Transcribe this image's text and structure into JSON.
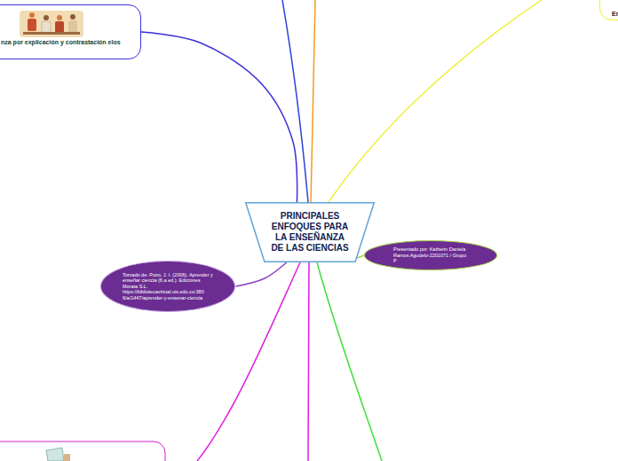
{
  "diagram": {
    "nodes": [
      {
        "text": [
          "nza por explicación y contrastación elos"
        ]
      },
      {
        "text": [
          "Er"
        ]
      },
      {
        "text": [
          "PRINCIPALES ENFOQUES PARA LA ENSEÑANZA DE LAS CIENCIAS"
        ]
      },
      {
        "text": [
          "Tomado de: Pozo, J. I. (2006). Aprender y enseñar ciencia (6.a ed.). Ediciones Morata S.L. https://bibliotecavirtual.uis.edu.co:380 6/a/1447/aprender-y-ensenar-ciencia"
        ]
      },
      {
        "text": [
          "Presentado por: Katherin Daniela Ramos Agudelo-2201071 / Grupo P"
        ]
      }
    ],
    "edges": [
      {
        "from": 2,
        "to": 0,
        "arrow": "none"
      },
      {
        "from": 2,
        "to": 3,
        "arrow": "none"
      },
      {
        "from": 2,
        "to": 4,
        "arrow": "none"
      }
    ]
  }
}
